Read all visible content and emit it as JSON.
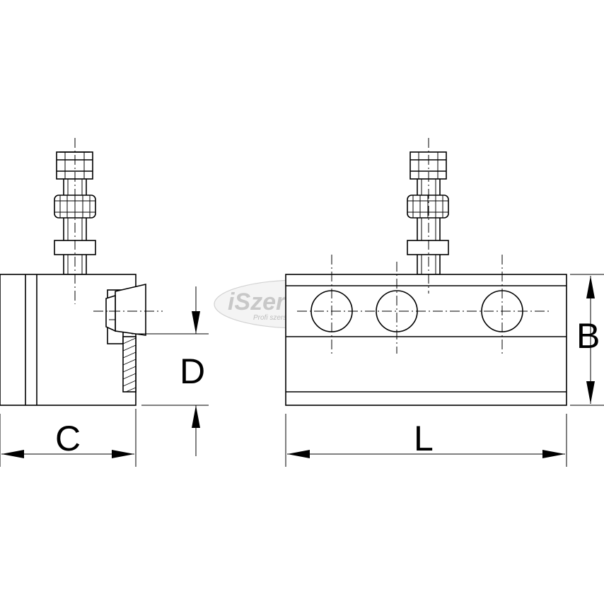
{
  "labels": {
    "c": "C",
    "d": "D",
    "b": "B",
    "l": "L"
  },
  "watermark": {
    "title": "iSzerszam.hu",
    "tagline": "Profi szerszámot mindenkinek!"
  }
}
